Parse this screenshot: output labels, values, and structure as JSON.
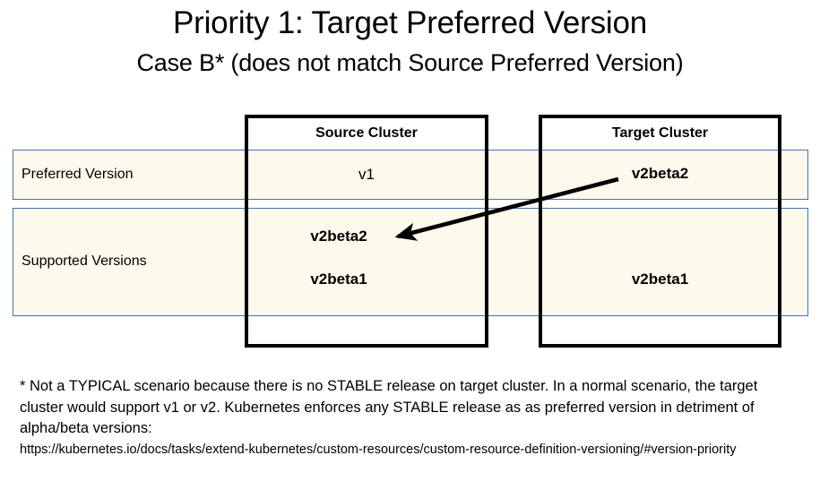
{
  "slide": {
    "title": "Priority 1: Target Preferred Version",
    "subtitle": "Case B* (does not match Source Preferred Version)"
  },
  "table": {
    "columns": [
      {
        "key": "source",
        "header": "Source Cluster"
      },
      {
        "key": "target",
        "header": "Target Cluster"
      }
    ],
    "rows": [
      {
        "key": "preferred",
        "label": "Preferred Version",
        "source_values": [
          "v1"
        ],
        "target_values": [
          "v2beta2"
        ]
      },
      {
        "key": "supported",
        "label": "Supported Versions",
        "source_values": [
          "v2beta2",
          "v2beta1"
        ],
        "target_values": [
          "v2beta1"
        ]
      }
    ]
  },
  "annotation": {
    "arrow_name": "match-arrow",
    "from": "target-preferred-v2beta2",
    "to": "source-supported-v2beta2"
  },
  "footnote": {
    "text": "* Not a TYPICAL scenario because there is no STABLE release on target cluster. In a normal scenario, the target cluster would support v1 or v2. Kubernetes enforces any STABLE release as as preferred version in detriment of alpha/beta versions:",
    "url": "https://kubernetes.io/docs/tasks/extend-kubernetes/custom-resources/custom-resource-definition-versioning/#version-priority"
  },
  "colors": {
    "row_background": "#FDF9EC",
    "row_border": "#4472A8",
    "column_border": "#000000",
    "arrow": "#000000",
    "text": "#000000"
  }
}
